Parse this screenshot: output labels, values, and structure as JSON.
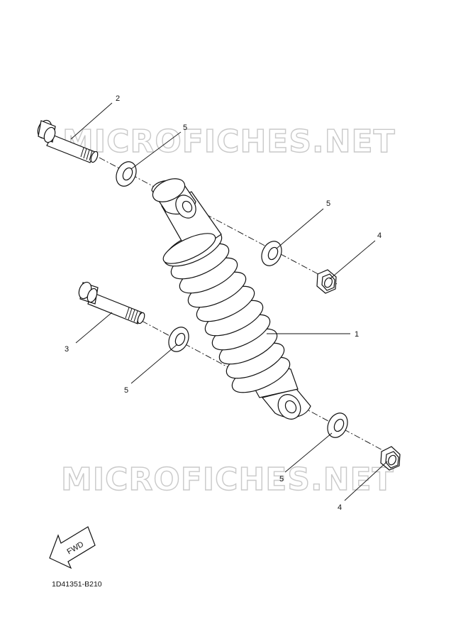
{
  "watermark": {
    "text": "MICROFICHES.NET"
  },
  "callouts": {
    "shock_absorber": "1",
    "bolt_upper": "2",
    "bolt_lower": "3",
    "nut_upper": "4",
    "nut_lower": "4",
    "washer_upper_left": "5",
    "washer_upper_right": "5",
    "washer_lower_left": "5",
    "washer_lower_right": "5"
  },
  "fwd_label": "FWD",
  "diagram_code": "1D41351-B210"
}
